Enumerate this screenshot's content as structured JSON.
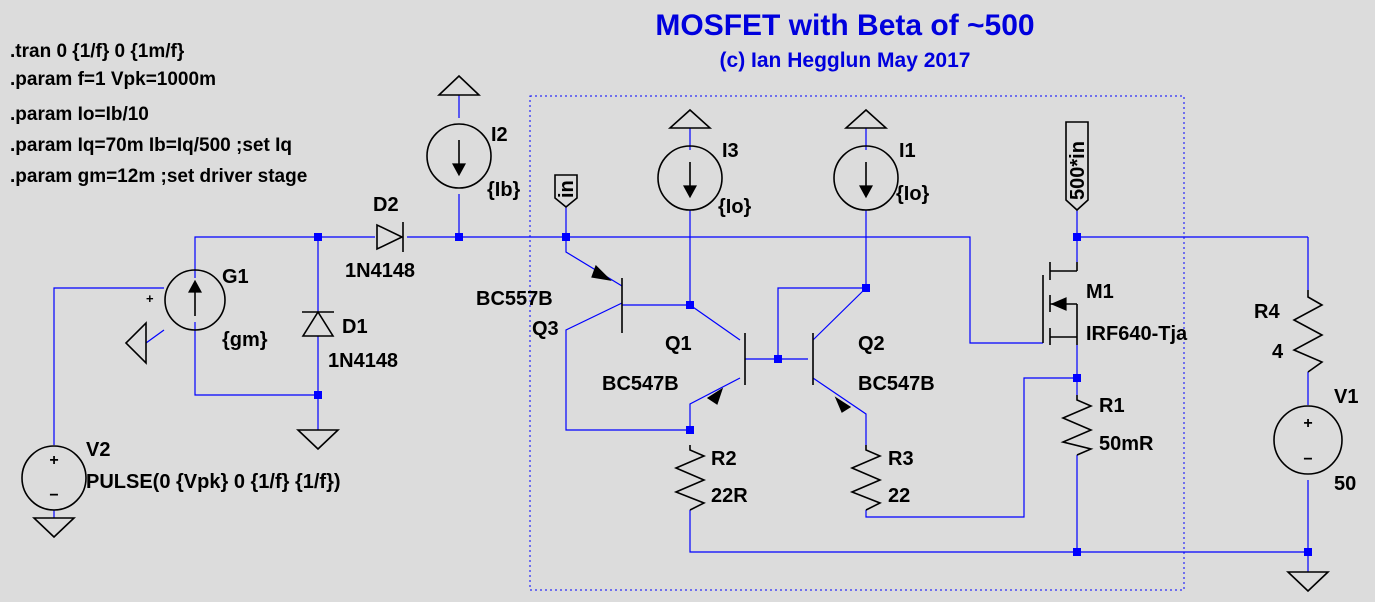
{
  "title": "MOSFET with Beta of ~500",
  "subtitle": "(c) Ian Hegglun May 2017",
  "directives": [
    ".tran 0 {1/f} 0 {1m/f}",
    ".param f=1  Vpk=1000m",
    ".param Io=Ib/10",
    ".param Iq=70m  Ib=Iq/500  ;set Iq",
    ".param gm=12m ;set driver stage"
  ],
  "components": {
    "v2": {
      "name": "V2",
      "value": "PULSE(0 {Vpk} 0 {1/f} {1/f})"
    },
    "g1": {
      "name": "G1",
      "value": "{gm}"
    },
    "d1": {
      "name": "D1",
      "value": "1N4148"
    },
    "d2": {
      "name": "D2",
      "value": "1N4148"
    },
    "i2": {
      "name": "I2",
      "value": "{Ib}"
    },
    "i3": {
      "name": "I3",
      "value": "{Io}"
    },
    "i1": {
      "name": "I1",
      "value": "{Io}"
    },
    "q3": {
      "name": "Q3",
      "value": "BC557B"
    },
    "q1": {
      "name": "Q1",
      "value": "BC547B"
    },
    "q2": {
      "name": "Q2",
      "value": "BC547B"
    },
    "m1": {
      "name": "M1",
      "value": "IRF640-Tja"
    },
    "r2": {
      "name": "R2",
      "value": "22R"
    },
    "r3": {
      "name": "R3",
      "value": "22"
    },
    "r1": {
      "name": "R1",
      "value": "50mR"
    },
    "r4": {
      "name": "R4",
      "value": "4"
    },
    "v1": {
      "name": "V1",
      "value": "50"
    }
  },
  "net_labels": {
    "input": "in",
    "output": "500*in"
  },
  "source_polarity": {
    "plus": "+",
    "minus": "−"
  },
  "colors": {
    "wire": "#0000ff",
    "title": "#0000dd",
    "background": "#dcdcdc",
    "component": "#000000"
  }
}
